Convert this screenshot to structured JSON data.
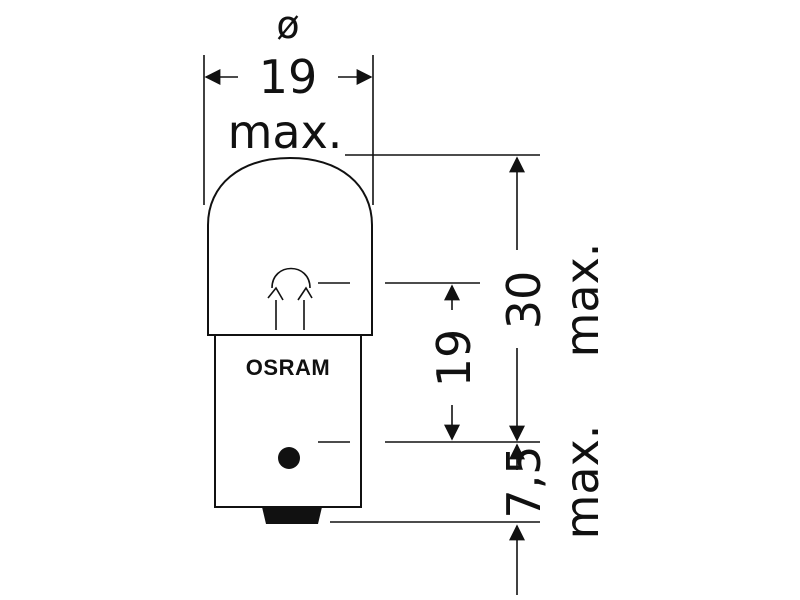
{
  "brand": "OSRAM",
  "dimensions": {
    "diameter_symbol": "ø",
    "diameter_value": "19",
    "diameter_note": "max.",
    "length_value": "30",
    "length_note": "max.",
    "filament_height_value": "19",
    "pin_height_value": "7,5",
    "pin_height_note": "max."
  },
  "colors": {
    "ink": "#111111",
    "background": "#ffffff"
  }
}
